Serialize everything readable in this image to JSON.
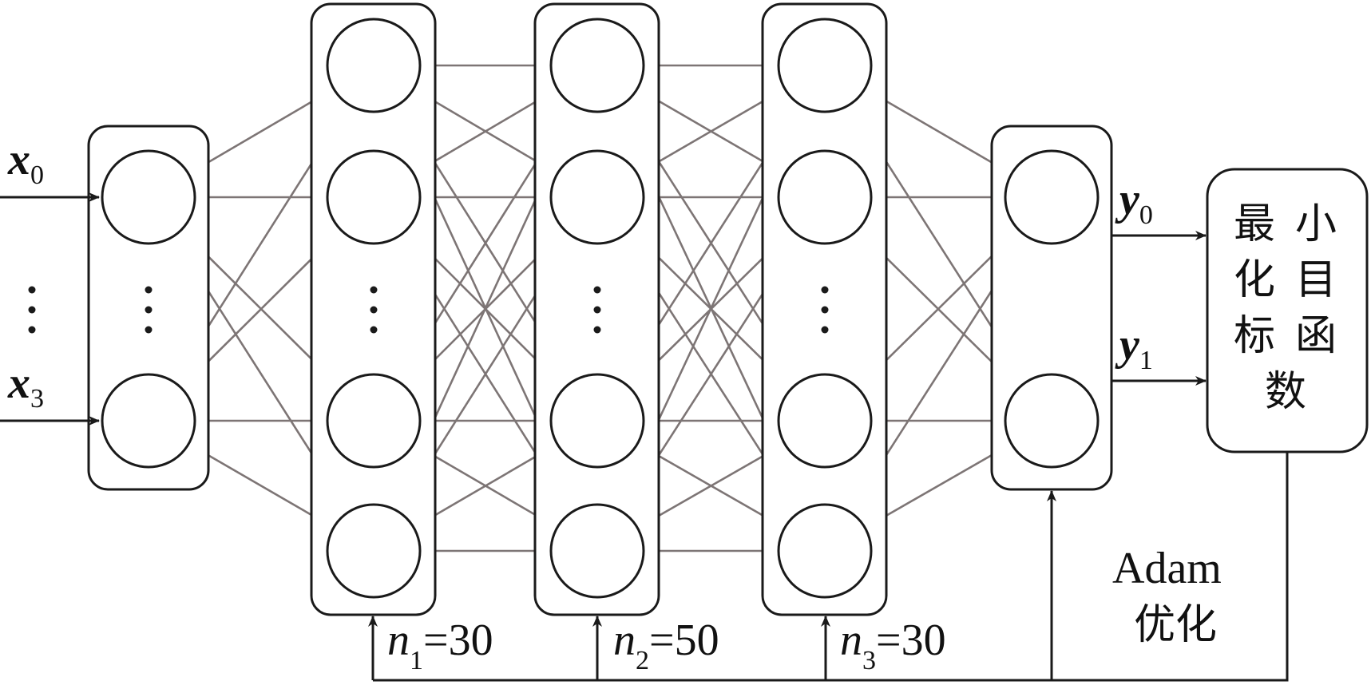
{
  "inputs": {
    "x0": {
      "symbol": "x",
      "sub": "0"
    },
    "x3": {
      "symbol": "x",
      "sub": "3"
    }
  },
  "outputs": {
    "y0": {
      "symbol": "y",
      "sub": "0"
    },
    "y1": {
      "symbol": "y",
      "sub": "1"
    }
  },
  "hidden_layers": [
    {
      "symbol": "n",
      "sub": "1",
      "value": "=30"
    },
    {
      "symbol": "n",
      "sub": "2",
      "value": "=50"
    },
    {
      "symbol": "n",
      "sub": "3",
      "value": "=30"
    }
  ],
  "loss_box": {
    "chars": [
      "最",
      "小",
      "化",
      "目",
      "标",
      "函",
      "数"
    ]
  },
  "optimizer": {
    "line1": "Adam",
    "line2": "优化"
  },
  "colors": {
    "edge": "#7d7575",
    "stroke": "#1a1a1a"
  }
}
